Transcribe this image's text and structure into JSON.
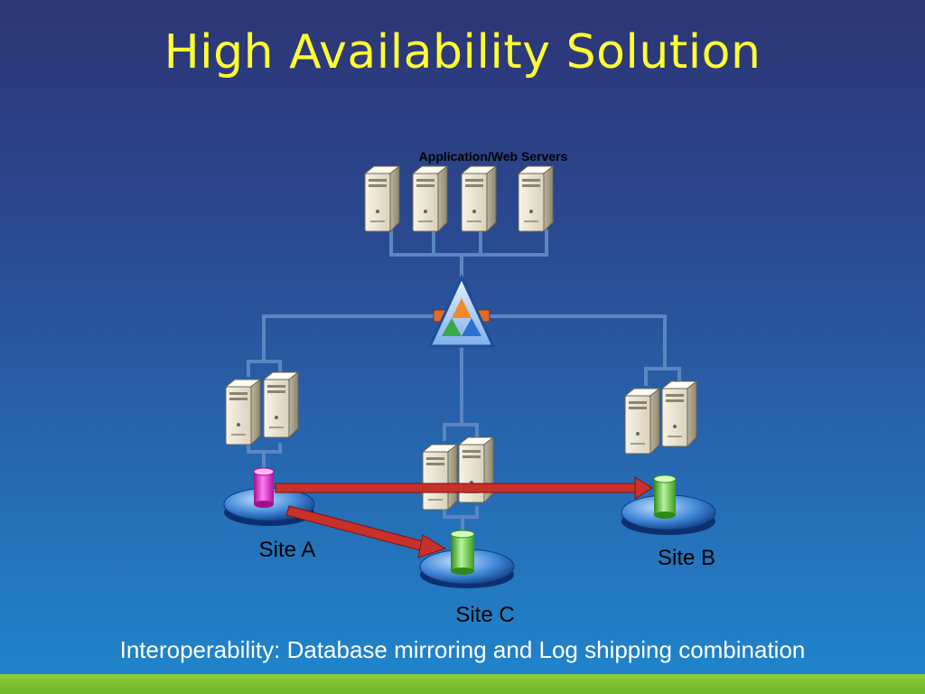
{
  "slide": {
    "title": "High Availability Solution",
    "footer": "Interoperability: Database mirroring and Log shipping combination"
  },
  "diagram": {
    "app_servers_label": "Application/Web Servers",
    "sites": {
      "a": "Site A",
      "b": "Site B",
      "c": "Site C"
    }
  },
  "colors": {
    "title": "#ffff33",
    "connector": "#5b86c2",
    "arrow": "#c8302a",
    "principal_db": "#e020c8",
    "replica_db": "#5cc832",
    "bottom_bar": "#7cc22e"
  },
  "icons": [
    "server-icon",
    "load-balancer-icon",
    "database-icon"
  ]
}
